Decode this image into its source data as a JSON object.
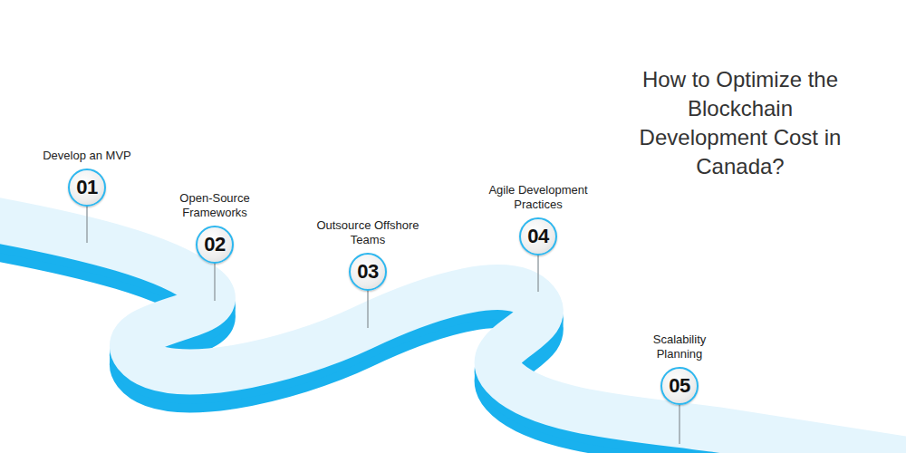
{
  "diagram": {
    "title": "How to Optimize the Blockchain Development Cost in Canada?",
    "nodes": [
      {
        "text": [
          "Develop an MVP",
          "01"
        ]
      },
      {
        "text": [
          "Open-Source Frameworks",
          "02"
        ]
      },
      {
        "text": [
          "Outsource Offshore Teams",
          "03"
        ]
      },
      {
        "text": [
          "Agile Development Practices",
          "04"
        ]
      },
      {
        "text": [
          "Scalability Planning",
          "05"
        ]
      }
    ]
  }
}
